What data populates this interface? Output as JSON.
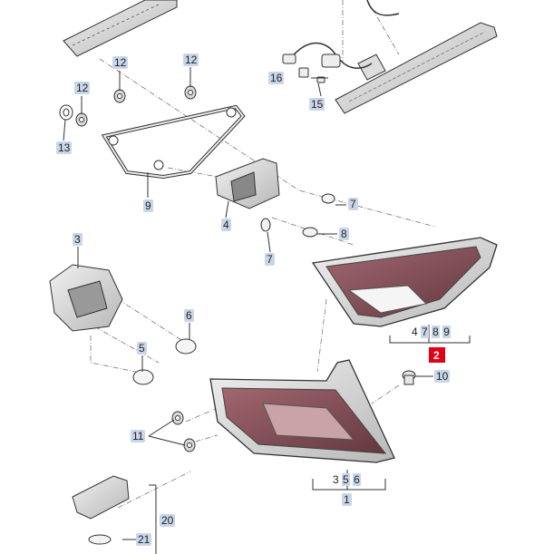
{
  "callouts": {
    "c1": "1",
    "c2": "2",
    "c3": "3",
    "c4": "4",
    "c5": "5",
    "c6": "6",
    "c7a": "7",
    "c7b": "7",
    "c8": "8",
    "c9": "9",
    "c10": "10",
    "c11": "11",
    "c12a": "12",
    "c12b": "12",
    "c12c": "12",
    "c13": "13",
    "c15": "15",
    "c16": "16",
    "c20": "20",
    "c21": "21",
    "g789_a": "4",
    "g789_b": "7",
    "g789_c": "8",
    "g789_d": "9",
    "g356_a": "3",
    "g356_b": "5",
    "g356_c": "6"
  },
  "colors": {
    "highlight": "#e30016",
    "label_bg": "#c9d6ea",
    "lens_red": "#7a3a44"
  }
}
